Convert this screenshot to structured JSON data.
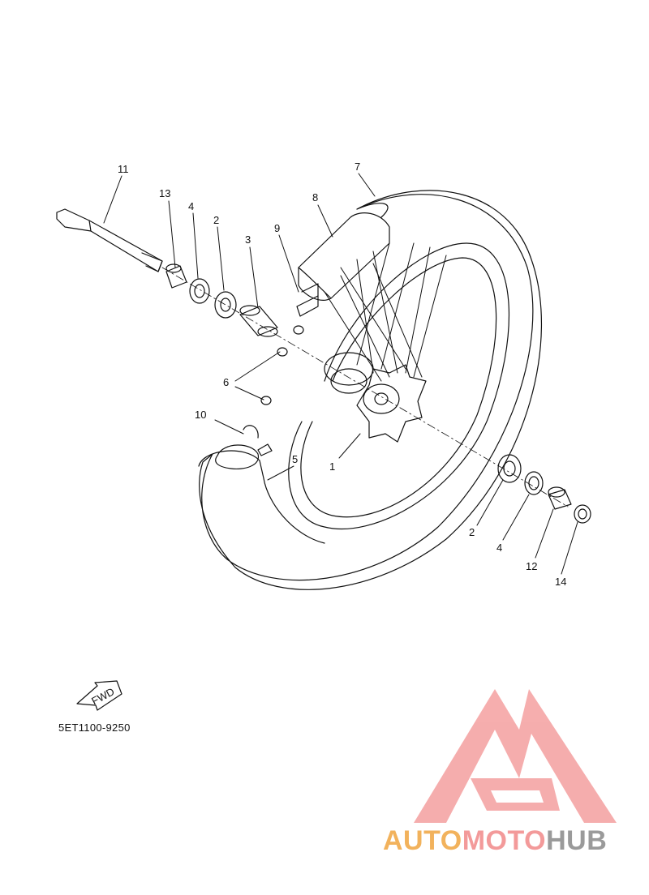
{
  "callouts": [
    {
      "id": "c11",
      "text": "11"
    },
    {
      "id": "c13",
      "text": "13"
    },
    {
      "id": "c4a",
      "text": "4"
    },
    {
      "id": "c2a",
      "text": "2"
    },
    {
      "id": "c3",
      "text": "3"
    },
    {
      "id": "c9",
      "text": "9"
    },
    {
      "id": "c8",
      "text": "8"
    },
    {
      "id": "c7",
      "text": "7"
    },
    {
      "id": "c6",
      "text": "6"
    },
    {
      "id": "c10",
      "text": "10"
    },
    {
      "id": "c5",
      "text": "5"
    },
    {
      "id": "c1",
      "text": "1"
    },
    {
      "id": "c2b",
      "text": "2"
    },
    {
      "id": "c4b",
      "text": "4"
    },
    {
      "id": "c12",
      "text": "12"
    },
    {
      "id": "c14",
      "text": "14"
    }
  ],
  "fwd_label": "FWD",
  "diagram_code": "5ET1100-9250",
  "watermark": {
    "part1": "AUTO",
    "part2": "MOTO",
    "part3": "HUB",
    "colors": {
      "auto": "#f2b25c",
      "moto": "#f39a9a",
      "hub": "#9a9a9a",
      "logo": "#f5a5a5"
    }
  }
}
